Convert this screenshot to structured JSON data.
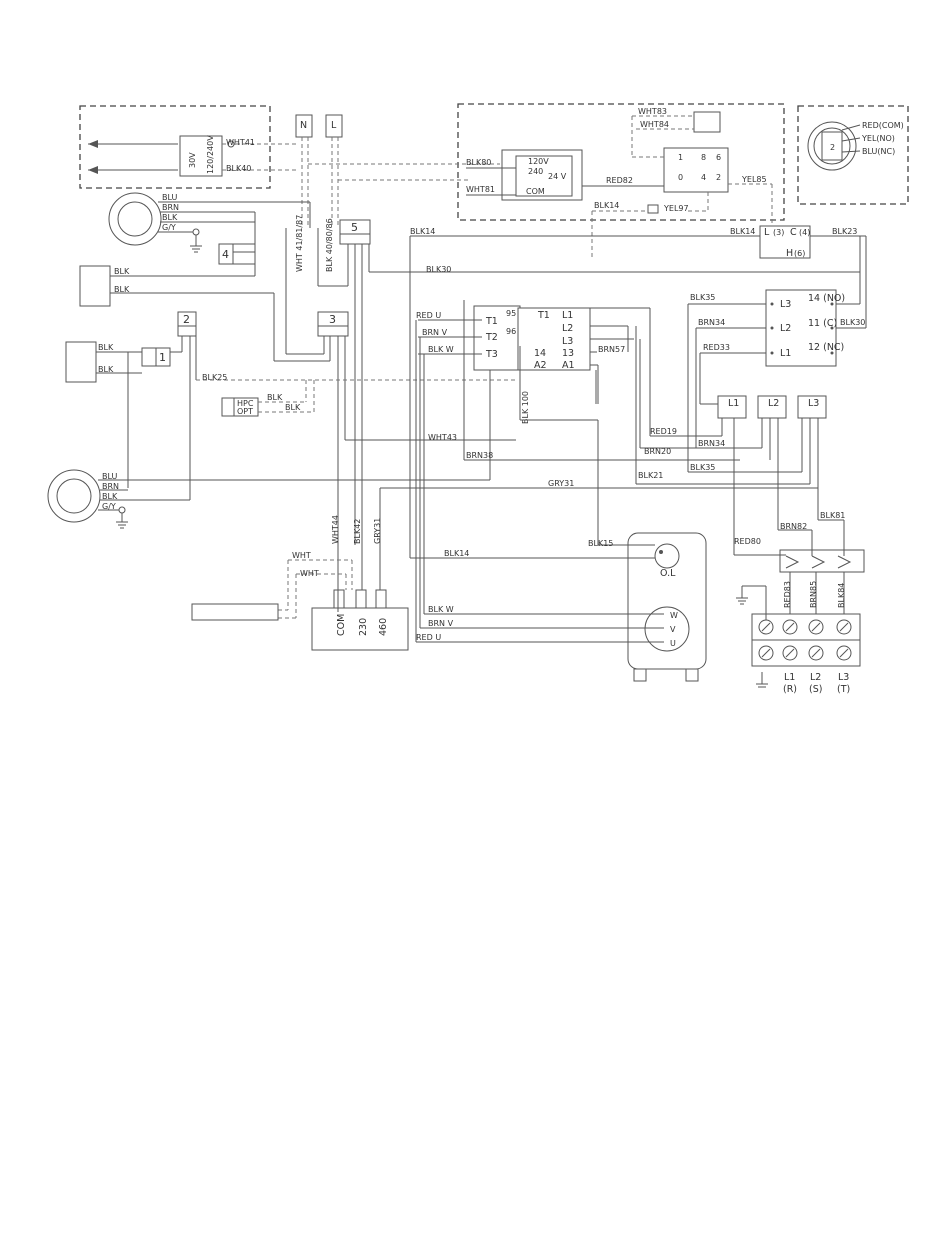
{
  "diagram": {
    "nodes": {
      "transformer_small": {
        "primary": "120/240V",
        "secondary": "30V"
      },
      "n_terminal": "N",
      "l_terminal": "L",
      "control_transformer": {
        "v120": "120V",
        "v240": "240",
        "v24": "24 V",
        "com": "COM"
      },
      "relay_board": {
        "p1": "1",
        "p8": "8",
        "p6": "6",
        "p0": "0",
        "p4": "4",
        "p2": "2"
      },
      "switch_right": {
        "red": "RED(COM)",
        "yel": "YEL(NO)",
        "blu": "BLU(NC)",
        "pin2": "2"
      },
      "plug_4": "4",
      "plug_5": "5",
      "plug_3": "3",
      "plug_2": "2",
      "plug_1": "1",
      "hpc": "HPC",
      "opt": "OPT",
      "contactor": {
        "t1_in": "T1",
        "t2_in": "T2",
        "t3_in": "T3",
        "in95": "95",
        "in96": "96",
        "t1": "T1",
        "l1": "L1",
        "l2": "L2",
        "l3": "L3",
        "p14": "14",
        "p13": "13",
        "a2": "A2",
        "a1": "A1"
      },
      "relay_right": {
        "l3": "L3",
        "l2": "L2",
        "l1": "L1",
        "no": "14 (NO)",
        "c": "11 (C)",
        "nc": "12 (NC)"
      },
      "small_relay": {
        "l": "L",
        "p3": "(3)",
        "c": "C",
        "p4": "(4)",
        "h": "H",
        "p6": "(6)"
      },
      "fuse_l1": "L1",
      "fuse_l2": "L2",
      "fuse_l3": "L3",
      "motor": {
        "ol": "O.L",
        "w": "W",
        "v": "V",
        "u": "U"
      },
      "tap_block": {
        "com": "COM",
        "v230": "230",
        "v460": "460"
      },
      "terminal": {
        "l1": "L1",
        "r": "(R)",
        "l2": "L2",
        "s": "(S)",
        "l3": "L3",
        "t": "(T)"
      }
    },
    "wire_labels": {
      "wht41": "WHT41",
      "blk40": "BLK40",
      "blu_a": "BLU",
      "brn_a": "BRN",
      "blk_a": "BLK",
      "gy_a": "G/Y",
      "blk_b1": "BLK",
      "blk_b2": "BLK",
      "blk_c1": "BLK",
      "blk_c2": "BLK",
      "wht_v": "WHT 41/81/87",
      "blk_v": "BLK 40/80/86",
      "blk80": "BLK80",
      "wht81": "WHT81",
      "wht83": "WHT83",
      "wht84": "WHT84",
      "red82": "RED82",
      "yel85": "YEL85",
      "blk14_top": "BLK14",
      "yel97": "YEL97",
      "blk14_left": "BLK14",
      "blk14_right": "BLK14",
      "blk23": "BLK23",
      "blk30_top": "BLK30",
      "blk30_r": "BLK30",
      "blk35_top": "BLK35",
      "brn34_top": "BRN34",
      "red33": "RED33",
      "red_u_top": "RED U",
      "brn_v_top": "BRN V",
      "blk_w_top": "BLK W",
      "brn57": "BRN57",
      "blk100": "BLK 100",
      "blk25": "BLK25",
      "blk_hpc1": "BLK",
      "blk_hpc2": "BLK",
      "wht43": "WHT43",
      "brn38": "BRN38",
      "red19": "RED19",
      "brn20": "BRN20",
      "brn34_low": "BRN34",
      "blk21": "BLK21",
      "blk35_low": "BLK35",
      "gry31_h": "GRY31",
      "blu_b": "BLU",
      "brn_b": "BRN",
      "blk_b": "BLK",
      "gy_b": "G/Y",
      "wht44": "WHT44",
      "blk42": "BLK42",
      "gry31_v": "GRY31",
      "blk14_mid": "BLK14",
      "blk15": "BLK15",
      "wht1": "WHT",
      "wht2": "WHT",
      "blk_w_low": "BLK W",
      "brn_v_low": "BRN V",
      "red_u_low": "RED U",
      "red80": "RED80",
      "brn82": "BRN82",
      "blk81": "BLK81",
      "red83": "RED83",
      "brn85": "BRN85",
      "blk84": "BLK84"
    }
  }
}
